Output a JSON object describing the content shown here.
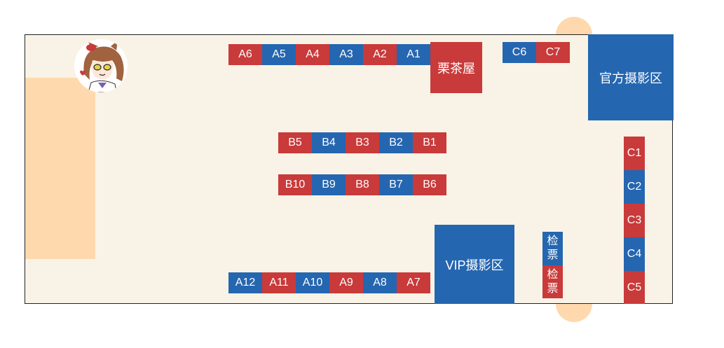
{
  "colors": {
    "red": "#c93a3a",
    "blue": "#2566b0",
    "floor": "#f8f3e6",
    "zone": "#ffd9ae"
  },
  "row_a_top": [
    "A6",
    "A5",
    "A4",
    "A3",
    "A2",
    "A1"
  ],
  "row_a_bottom": [
    "A12",
    "A11",
    "A10",
    "A9",
    "A8",
    "A7"
  ],
  "row_b_top": [
    "B5",
    "B4",
    "B3",
    "B2",
    "B1"
  ],
  "row_b_bottom": [
    "B10",
    "B9",
    "B8",
    "B7",
    "B6"
  ],
  "row_c_top": [
    "C6",
    "C7"
  ],
  "column_c": [
    "C1",
    "C2",
    "C3",
    "C4",
    "C5"
  ],
  "chestnut_tea_house": "栗茶屋",
  "official_photo_area": "官方摄影区",
  "vip_photo_area": "VIP摄影区",
  "ticket_check": [
    "检",
    "票"
  ],
  "mascot_icon": "mascot-avatar-icon"
}
